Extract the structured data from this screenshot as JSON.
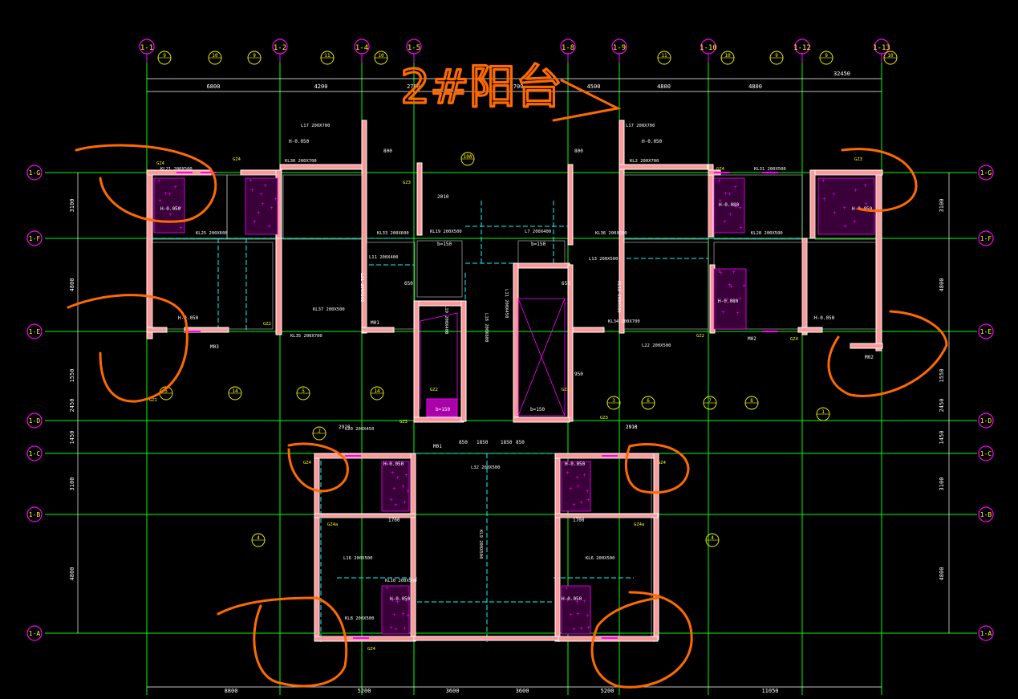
{
  "drawing": {
    "handwritten_note": "2#阳台",
    "background": "#000000",
    "colors": {
      "axis": "#00ff00",
      "bubble": "#ff00ff",
      "wall": "#ffffff",
      "wall_fill": "#ff9999",
      "dim": "#ffffff",
      "beam": "#00ffff",
      "label": "#ff00ff",
      "annot": "#ffff00",
      "markup": "#ff6a00"
    }
  },
  "grid_top": [
    "1-1",
    "1-2",
    "1-4",
    "1-5",
    "1-8",
    "1-9",
    "1-10",
    "1-12",
    "1-13"
  ],
  "grid_left": [
    "1-G",
    "1-F",
    "1-E",
    "1-D",
    "1-C",
    "1-B",
    "1-A"
  ],
  "grid_right": [
    "1-G",
    "1-F",
    "1-E",
    "1-D",
    "1-C",
    "1-B",
    "1-A"
  ],
  "dims_top": [
    "6800",
    "4200",
    "2700",
    "2700",
    "4500",
    "4800",
    "4800",
    "32450"
  ],
  "dims_bottom": [
    "8800",
    "5200",
    "3600",
    "3600",
    "5200",
    "11050"
  ],
  "dims_left": [
    "3100",
    "4800",
    "1550",
    "2450",
    "1450",
    "3100",
    "4800"
  ],
  "dims_right": [
    "3100",
    "4800",
    "1550",
    "2450",
    "1450",
    "3100",
    "4800"
  ],
  "section_marks": [
    "9",
    "10",
    "9",
    "11",
    "10",
    "10A",
    "11",
    "10",
    "9",
    "9",
    "10",
    "4",
    "4",
    "5",
    "6",
    "7",
    "8",
    "1",
    "5",
    "14",
    "14",
    "3",
    "2"
  ],
  "room_labels": [
    "H-0.050",
    "H-0.050",
    "H-0.050",
    "H-0.050",
    "H-0.080",
    "H-0.080",
    "H-0.050",
    "H-0.050",
    "H-0.050",
    "H-0.050",
    "H-0.050",
    "H-0.050"
  ],
  "beam_labels": [
    "L17 200X700",
    "L17 200X700",
    "KL30 200X700",
    "KL2 200X700",
    "KL21 200X500",
    "KL31 200X500",
    "KL25 200X600",
    "KL28 200X500",
    "KL33 200X600",
    "KL36 200X500",
    "L11 200X400",
    "L13 200X500",
    "KL37 200X500",
    "KL34 200X700",
    "KL35 200X700",
    "L22 200X500",
    "L32 200X500",
    "KL19 200X500",
    "L20 200X450",
    "KL10 200X500",
    "L16 200X500",
    "KL6 200X500",
    "L7 200X400",
    "KL8 200X500",
    "L19 200X400",
    "L18 200X600",
    "KL9 200X500",
    "L21 200X600",
    "KL12 200X500",
    "L11 200X450"
  ],
  "column_labels": [
    "GZ4",
    "GZ4",
    "GZ4",
    "GZ3",
    "GZ3",
    "GZ2",
    "GZ1",
    "GZ2",
    "GZ4",
    "GZ4a",
    "GZ4a",
    "GZ4",
    "GZ4",
    "GZ3",
    "GZ2",
    "GZ3",
    "GZ1",
    "GZ4"
  ],
  "misc_labels": [
    "M01",
    "M01",
    "M02",
    "M02",
    "M03",
    "b=150",
    "b=150",
    "b=150",
    "b=150",
    "950",
    "650",
    "650",
    "2010",
    "2910",
    "2910",
    "2910",
    "1700",
    "1700",
    "1850",
    "1850",
    "850",
    "850",
    "800",
    "800"
  ]
}
